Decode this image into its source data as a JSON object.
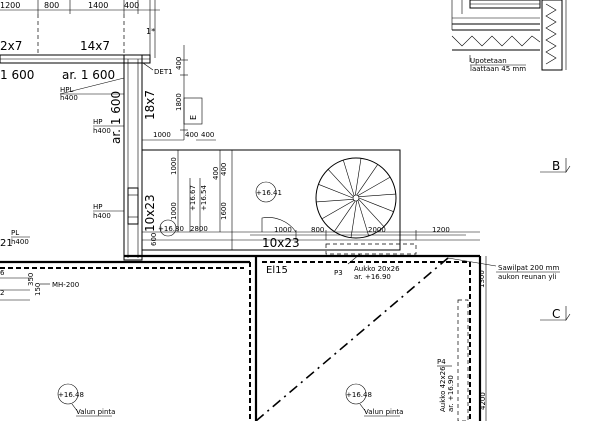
{
  "top_dims": {
    "d1": "1200",
    "d2": "800",
    "d3": "1400",
    "d4": "400"
  },
  "window_marks": {
    "w1": "2x7",
    "w2": "14x7",
    "w3": "18x7",
    "w4": "10x23",
    "w5": "10x23"
  },
  "area_labels": {
    "a1": "1 600",
    "a2": "ar. 1 600",
    "a3": "ar. 1 600"
  },
  "det_label": "DET1",
  "tags": {
    "hpl": "HPL",
    "hpl_sub": "h400",
    "hp1": "HP",
    "hp1_sub": "h400",
    "hp2": "HP",
    "hp2_sub": "h400",
    "pl": "PL",
    "pl_sub": "h400",
    "mh": "MH-200",
    "e": "E",
    "el15": "El15",
    "p3": "P3",
    "p4": "P4",
    "one_star": "1*",
    "num21": "21",
    "six": "6",
    "two": "2"
  },
  "dims": {
    "v400a": "400",
    "v1800": "1800",
    "h400a": "400",
    "h400b": "400",
    "h1000a": "1000",
    "v1000a": "1000",
    "v400b": "400",
    "v400c": "400",
    "v1000b": "1000",
    "v1600": "1600",
    "v600": "600",
    "h2800": "2800",
    "h1000b": "1000",
    "h800": "800",
    "h2000": "2000",
    "h1200": "1200",
    "v1300": "1300",
    "v4200": "4200",
    "v350": "350",
    "v150": "150",
    "lvl1667": "+16.67",
    "lvl1654": "+16.54"
  },
  "levels": {
    "l1641": "+16.41",
    "l1680": "+16.80",
    "l1648a": "+16.48",
    "l1648b": "+16.48"
  },
  "valun": {
    "v1": "Valun pinta",
    "v2": "Valun pinta"
  },
  "openings": {
    "p3_line1": "Aukko 20x26",
    "p3_line2": "ar. +16.90",
    "p4_line1": "Aukko 42x26",
    "p4_line2": "ar. +16.90"
  },
  "sawcut": {
    "line1": "Sawilpat 200 mm",
    "line2": "aukon reunan yli"
  },
  "detail_note": {
    "line1": "Upotetaan",
    "line2": "laattaan 45 mm"
  },
  "sections": {
    "b": "B",
    "c": "C"
  }
}
